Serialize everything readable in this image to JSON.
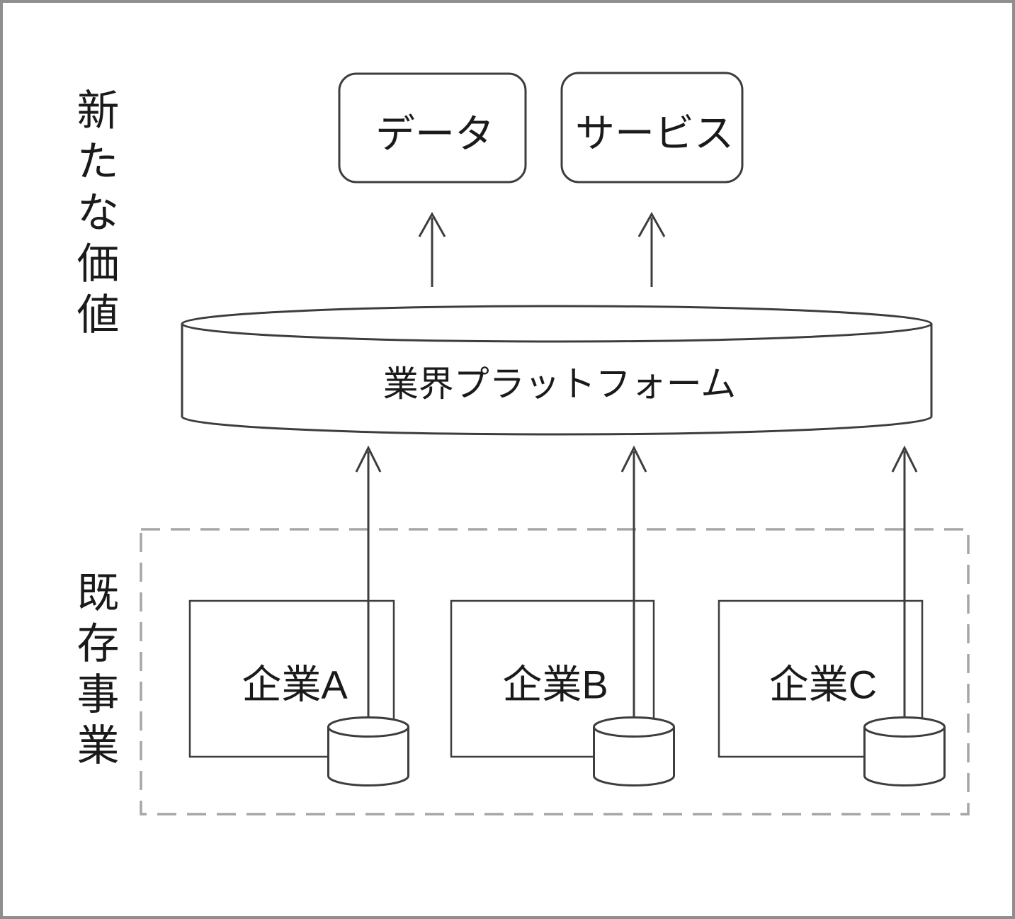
{
  "diagram": {
    "left_labels": {
      "new_value": "新たな価値",
      "existing_business": "既存事業"
    },
    "outputs": [
      {
        "label": "データ"
      },
      {
        "label": "サービス"
      }
    ],
    "platform": {
      "label": "業界プラットフォーム"
    },
    "companies": [
      {
        "label": "企業A"
      },
      {
        "label": "企業B"
      },
      {
        "label": "企業C"
      }
    ],
    "colors": {
      "line": "#3d3d3d",
      "text": "#1a1a1a",
      "dashed_border": "#a6a6a6",
      "outer_frame": "#8f8f8f",
      "background": "#ffffff"
    }
  }
}
